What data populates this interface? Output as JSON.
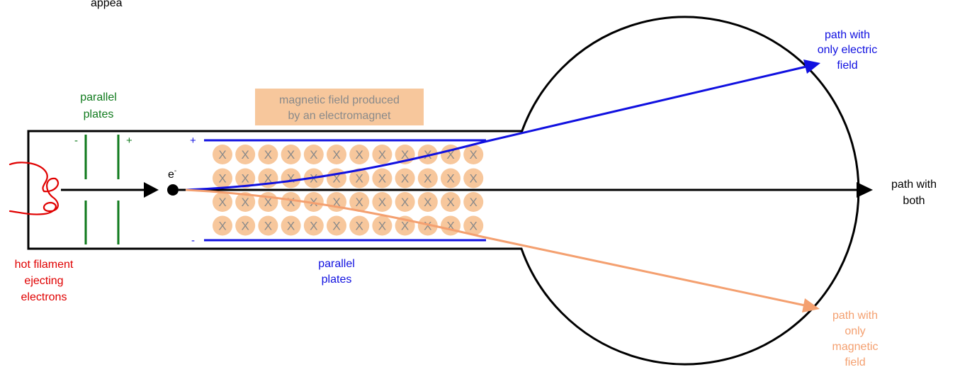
{
  "colors": {
    "black": "#000000",
    "green": "#0f7a1c",
    "blue": "#1010e0",
    "orange": "#f4a070",
    "tan": "#f7c79c",
    "red": "#e00000",
    "gray": "#8a8a8a"
  },
  "labels": {
    "top_partial": "appea",
    "parallel_plates_green": [
      "parallel",
      "plates"
    ],
    "green_minus": "-",
    "green_plus": "+",
    "magnetic_field": [
      "magnetic field produced",
      "by an electromagnet"
    ],
    "blue_plus": "+",
    "blue_minus": "-",
    "electron": "e",
    "electron_sup": "-",
    "hot_filament": [
      "hot filament",
      "ejecting",
      "electrons"
    ],
    "parallel_plates_blue": [
      "parallel",
      "plates"
    ],
    "path_electric": [
      "path with",
      "only electric",
      "field"
    ],
    "path_both": [
      "path with",
      "both"
    ],
    "path_magnetic": [
      "path with",
      "only",
      "magnetic",
      "field"
    ]
  },
  "field_marker": "X",
  "field_grid": {
    "rows": 4,
    "cols": 12
  }
}
